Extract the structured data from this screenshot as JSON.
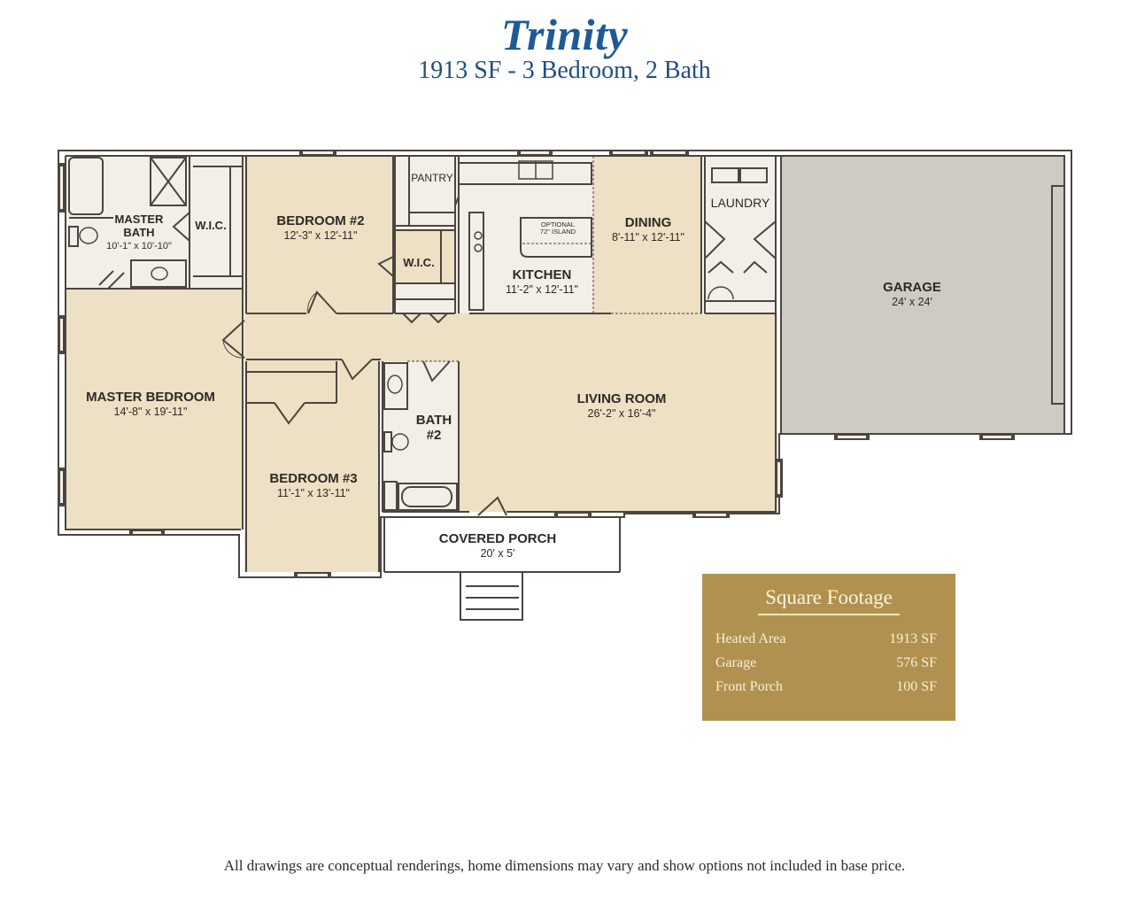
{
  "header": {
    "title": "Trinity",
    "subtitle": "1913 SF - 3 Bedroom, 2 Bath"
  },
  "rooms": {
    "master_bath": {
      "name": "MASTER",
      "name2": "BATH",
      "dims": "10'-1\" x 10'-10\""
    },
    "master_wic": {
      "name": "W.I.C."
    },
    "bedroom2": {
      "name": "BEDROOM #2",
      "dims": "12'-3\" x 12'-11\""
    },
    "pantry": {
      "name": "PANTRY"
    },
    "bedroom2_wic": {
      "name": "W.I.C."
    },
    "kitchen": {
      "name": "KITCHEN",
      "dims": "11'-2\" x 12'-11\""
    },
    "island": {
      "line1": "OPTIONAL",
      "line2": "72\" ISLAND"
    },
    "dining": {
      "name": "DINING",
      "dims": "8'-11\" x 12'-11\""
    },
    "laundry": {
      "name": "LAUNDRY"
    },
    "garage": {
      "name": "GARAGE",
      "dims": "24' x 24'"
    },
    "master_bedroom": {
      "name": "MASTER BEDROOM",
      "dims": "14'-8\" x 19'-11\""
    },
    "bedroom3": {
      "name": "BEDROOM #3",
      "dims": "11'-1\" x 13'-11\""
    },
    "bath2": {
      "name": "BATH",
      "name2": "#2"
    },
    "living_room": {
      "name": "LIVING ROOM",
      "dims": "26'-2\" x 16'-4\""
    },
    "covered_porch": {
      "name": "COVERED PORCH",
      "dims": "20' x 5'"
    }
  },
  "square_footage": {
    "title": "Square Footage",
    "rows": [
      {
        "label": "Heated Area",
        "value": "1913 SF"
      },
      {
        "label": "Garage",
        "value": "576 SF"
      },
      {
        "label": "Front Porch",
        "value": "100 SF"
      }
    ]
  },
  "colors": {
    "title_blue": "#1e5a96",
    "room_beige": "#ede0c4",
    "wet_room": "#f4eee8",
    "garage_gray": "#cfcbc2",
    "wall": "#4a4540",
    "panel_gold": "#b1914f"
  },
  "footer": {
    "disclaimer": "All drawings are conceptual renderings, home dimensions may vary and show options not included in base price."
  }
}
